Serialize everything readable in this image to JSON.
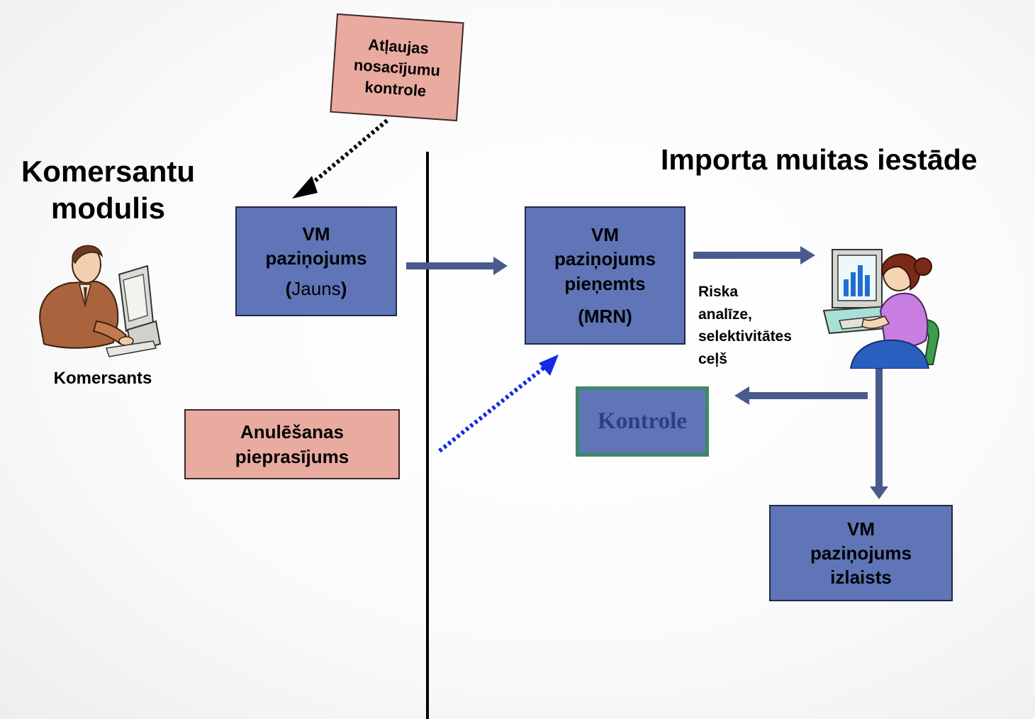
{
  "left": {
    "title_line1": "Komersantu",
    "title_line2": "modulis",
    "figure_label": "Komersants"
  },
  "right": {
    "title": "Importa muitas iestāde"
  },
  "boxes": {
    "permit": {
      "line1": "Atļaujas",
      "line2": "nosacījumu",
      "line3": "kontrole"
    },
    "vm_new": {
      "line1": "VM",
      "line2": "paziņojums",
      "paren_open": "(",
      "state": "Jauns",
      "paren_close": ")"
    },
    "vm_accepted": {
      "line1": "VM",
      "line2": "paziņojums",
      "line3": "pieņemts",
      "line4": "(MRN)"
    },
    "cancel": {
      "line1": "Anulēšanas",
      "line2": "pieprasījums"
    },
    "control": {
      "label": "Kontrole"
    },
    "vm_released": {
      "line1": "VM",
      "line2": "paziņojums",
      "line3": "izlaists"
    }
  },
  "risk_note": {
    "line1": "Riska",
    "line2": "analīze,",
    "line3": "selektivitātes",
    "line4": "ceļš"
  },
  "colors": {
    "box_blue": "#5f75b8",
    "box_pink": "#e9aba0",
    "arrow_blue": "#4a5a8c",
    "dotted_blue": "#1428e6",
    "control_border": "#3d8a64"
  },
  "icons": {
    "merchant": "businessman-at-computer-icon",
    "officer": "woman-at-computer-icon"
  }
}
